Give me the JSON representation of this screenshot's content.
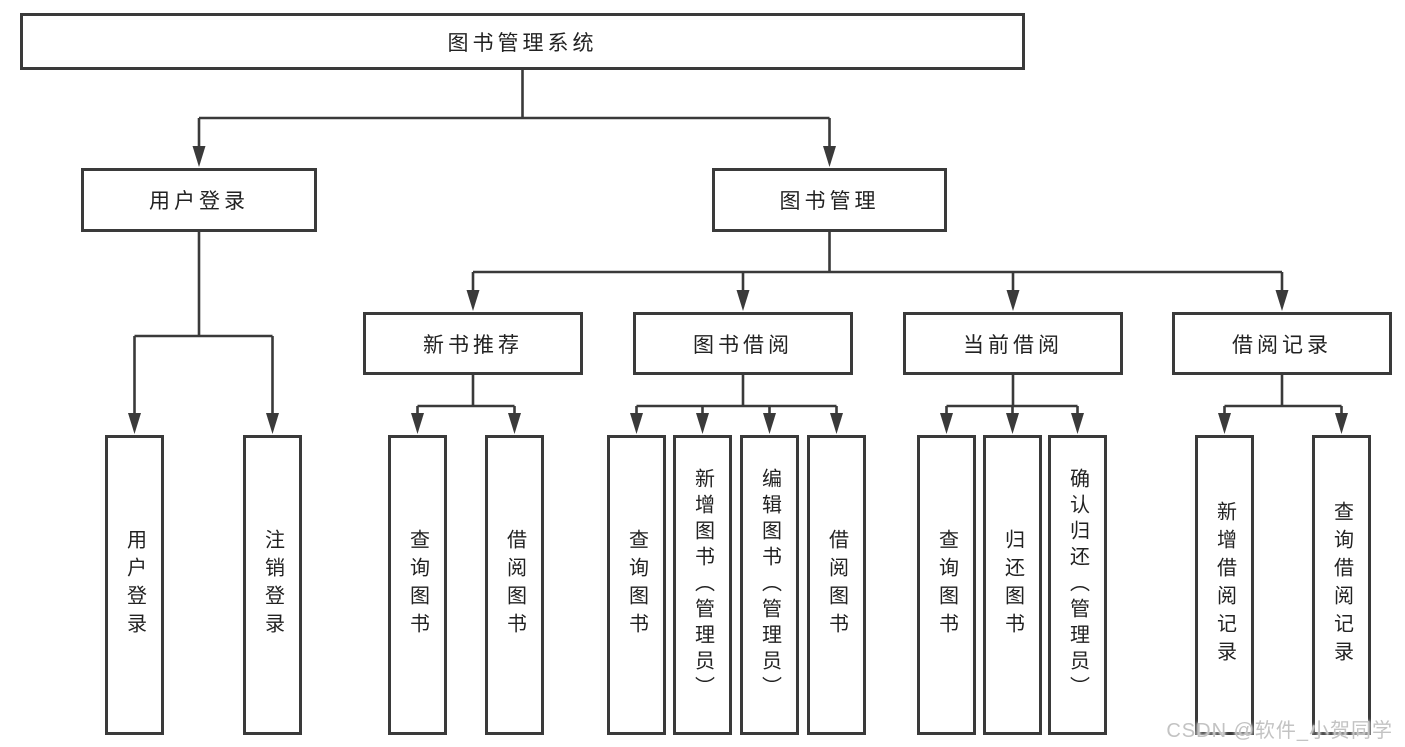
{
  "tree": {
    "root": {
      "label": "图书管理系统"
    },
    "branches": [
      {
        "label": "用户登录",
        "children": [
          "用户登录",
          "注销登录"
        ]
      },
      {
        "label": "图书管理",
        "groups": [
          {
            "label": "新书推荐",
            "children": [
              "查询图书",
              "借阅图书"
            ]
          },
          {
            "label": "图书借阅",
            "children": [
              "查询图书",
              "新增图书（管理员）",
              "编辑图书（管理员）",
              "借阅图书"
            ]
          },
          {
            "label": "当前借阅",
            "children": [
              "查询图书",
              "归还图书",
              "确认归还（管理员）"
            ]
          },
          {
            "label": "借阅记录",
            "children": [
              "新增借阅记录",
              "查询借阅记录"
            ]
          }
        ]
      }
    ]
  },
  "watermark": "CSDN @软件_小贺同学",
  "colors": {
    "line": "#3a3a3a",
    "box_border": "#3a3a3a",
    "box_fill": "#ffffff",
    "text": "#222222",
    "watermark": "#c3c3c3",
    "background": "#ffffff"
  }
}
